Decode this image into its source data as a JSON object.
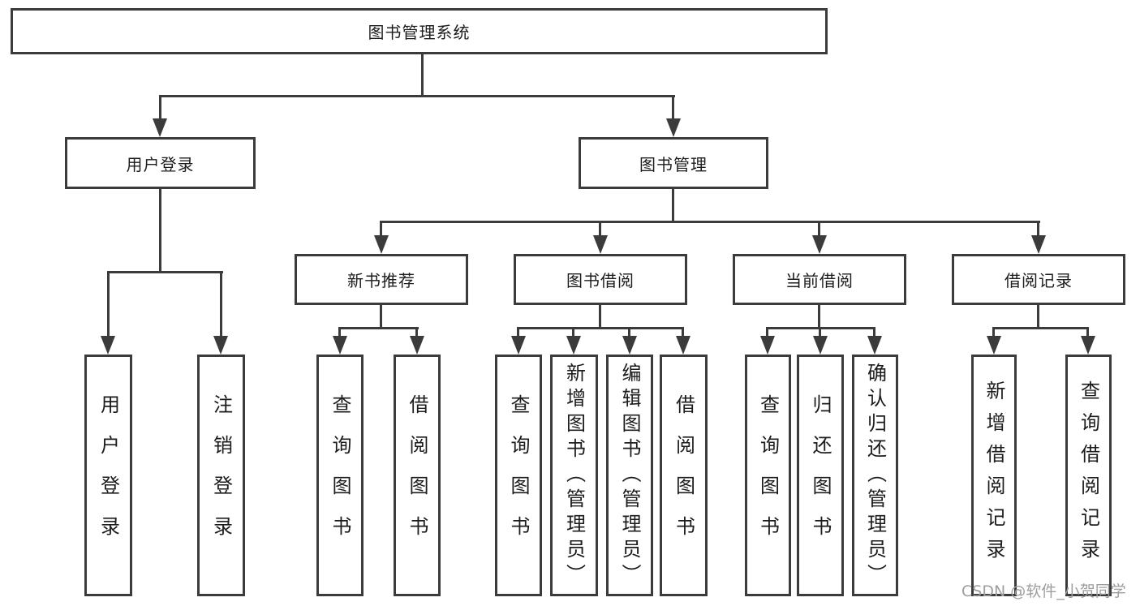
{
  "diagram": {
    "type": "function-structure-tree",
    "root": {
      "label": "图书管理系统"
    },
    "branches": [
      {
        "label": "用户登录",
        "children": [
          {
            "label": "用户登录"
          },
          {
            "label": "注销登录"
          }
        ]
      },
      {
        "label": "图书管理",
        "children": [
          {
            "label": "新书推荐",
            "children": [
              {
                "label": "查询图书"
              },
              {
                "label": "借阅图书"
              }
            ]
          },
          {
            "label": "图书借阅",
            "children": [
              {
                "label": "查询图书"
              },
              {
                "label": "新增图书（管理员）"
              },
              {
                "label": "编辑图书（管理员）"
              },
              {
                "label": "借阅图书"
              }
            ]
          },
          {
            "label": "当前借阅",
            "children": [
              {
                "label": "查询图书"
              },
              {
                "label": "归还图书"
              },
              {
                "label": "确认归还（管理员）"
              }
            ]
          },
          {
            "label": "借阅记录",
            "children": [
              {
                "label": "新增借阅记录"
              },
              {
                "label": "查询借阅记录"
              }
            ]
          }
        ]
      }
    ]
  },
  "watermark": {
    "text": "CSDN @软件_小贺同学"
  },
  "colors": {
    "line": "#3b3b3b",
    "text": "#1c1c1c",
    "watermark": "#9e9e9e",
    "background": "#ffffff"
  }
}
